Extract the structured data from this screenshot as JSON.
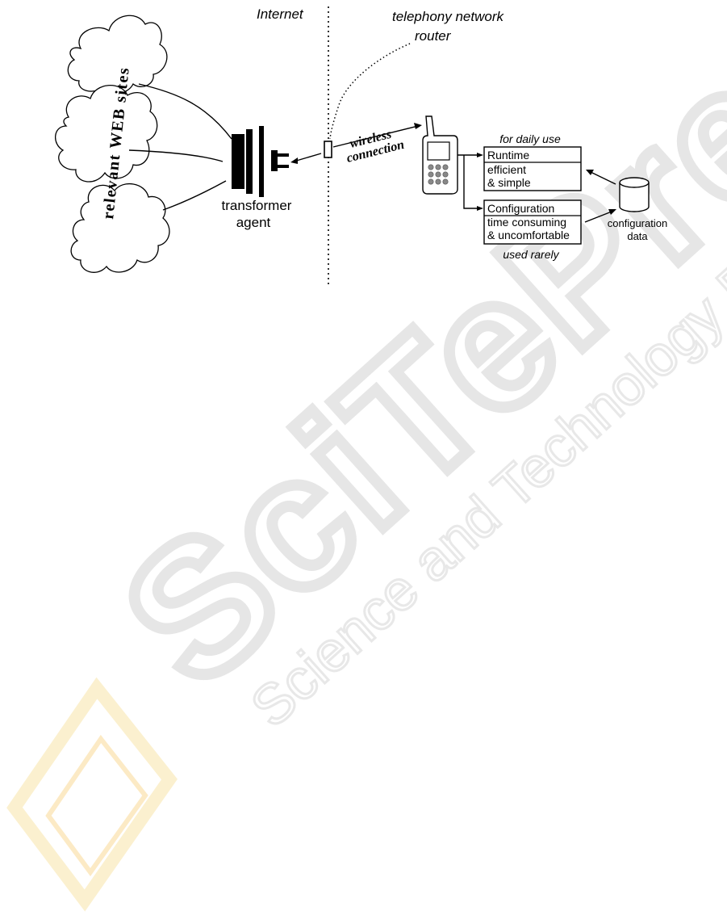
{
  "diagram": {
    "internet_label": "Internet",
    "router_label_line1": "telephony network",
    "router_label_line2": "router",
    "web_sites_label": "relevant WEB sites",
    "agent_label_line1": "transformer",
    "agent_label_line2": "agent",
    "wireless_label_line1": "wireless",
    "wireless_label_line2": "connection",
    "daily_use_label": "for daily use",
    "runtime_box": {
      "title": "Runtime",
      "line1": "efficient",
      "line2": "& simple"
    },
    "configuration_box": {
      "title": "Configuration",
      "line1": "time consuming",
      "line2": "& uncomfortable"
    },
    "used_rarely_label": "used rarely",
    "config_data_line1": "configuration",
    "config_data_line2": "data"
  },
  "watermark": {
    "brand": "SciTePress",
    "tagline": "Science and Technology Publications",
    "colors": {
      "letters": "#e4e4e4",
      "logo_orange": "#f6c25a",
      "logo_yellow": "#f7e9a0"
    }
  }
}
